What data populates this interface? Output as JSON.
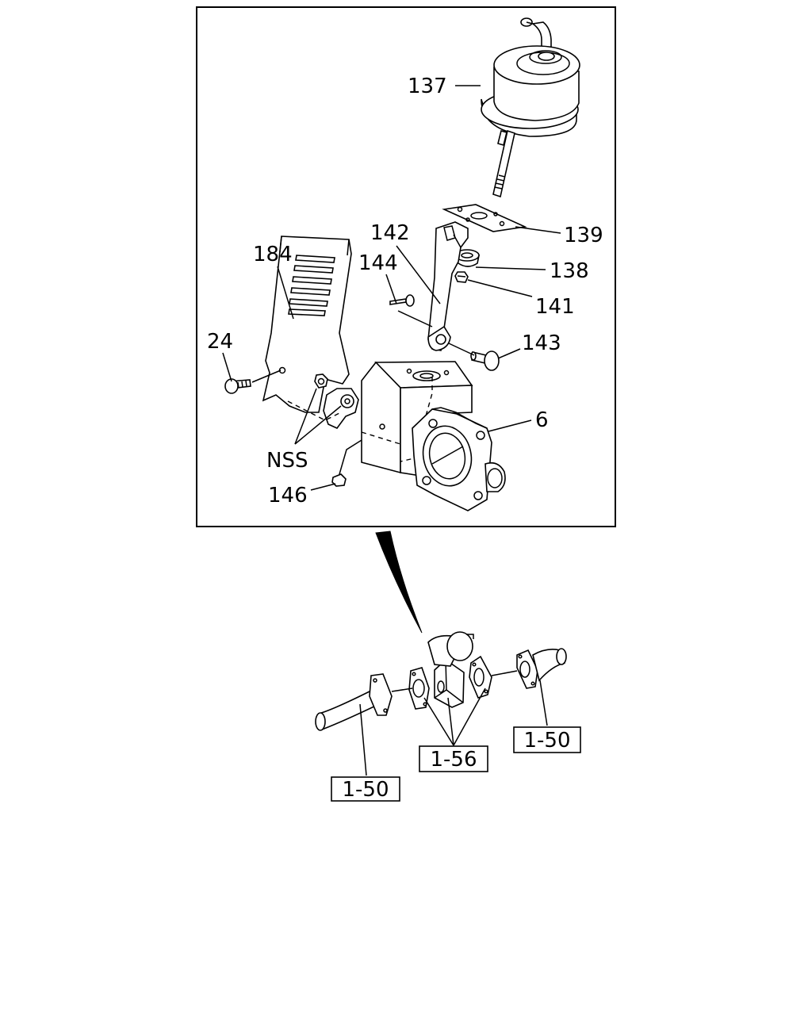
{
  "detail_callouts": {
    "c137": "137",
    "c139": "139",
    "c142": "142",
    "c144": "144",
    "c138": "138",
    "c184": "184",
    "c141": "141",
    "c24": "24",
    "c143": "143",
    "c6": "6",
    "nss": "NSS",
    "c146": "146"
  },
  "overview_refs": {
    "ref_left": "1-50",
    "ref_center": "1-56",
    "ref_right": "1-50"
  }
}
